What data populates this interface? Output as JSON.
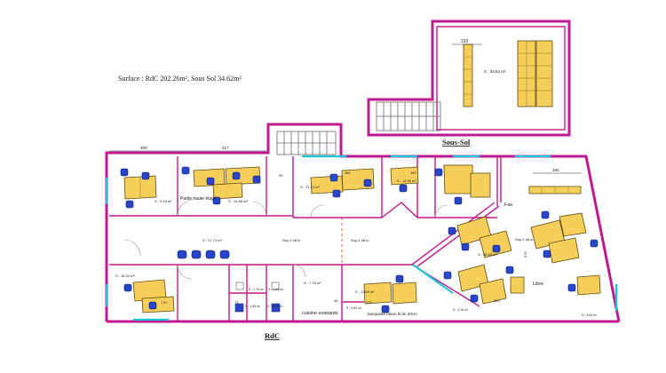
{
  "header": {
    "surface": "Surface : RdC 202.26m², Sous Sol 34.62m²"
  },
  "labels": {
    "sous_sol_title": "Sous-Sol",
    "rdc_title": "RdC",
    "partie_haute": "Partie haute étage",
    "fax": "Fax",
    "libre": "Libre",
    "cuisine": "cuisine existante",
    "banquette": "banquette béton ht:im 40cm"
  },
  "rooms": {
    "sous_sol_area": "S : 34.62 m²",
    "r1": "S : 9.16 m²",
    "r2": "S : 13.56 m²",
    "r3": "S : 17.12 m²",
    "r4": "S : 14.59 m²",
    "r5": "S : 17.74 m²",
    "r6": "Sup 2.48 m",
    "r7": "Sup 2.48 m",
    "r8": "Sup 2.48 m",
    "r9": "S : 38.65 m²",
    "r10": "S : 16.24 m²",
    "r11": "S : 2.76 m²",
    "r12": "S : 1.93 m²",
    "r13": "S : 1.55 m²",
    "r14": "S : 1.53 m²",
    "r15": "S : 7.78 m²",
    "r16": "S : 11.69 m²",
    "r17": "S : 0.62 m²",
    "r18": "S : 1.16 m²",
    "r19": "S : 3.64 m²"
  },
  "dimensions": {
    "d_300": "300",
    "d_417": "417",
    "d_390": "390",
    "d_310": "310",
    "d_99": "99",
    "d_382": "382",
    "d_150": "150",
    "d_170": "170",
    "d_73": "73",
    "d_370": "370",
    "d_44": "44",
    "d_576": "576",
    "d_326": "326"
  }
}
